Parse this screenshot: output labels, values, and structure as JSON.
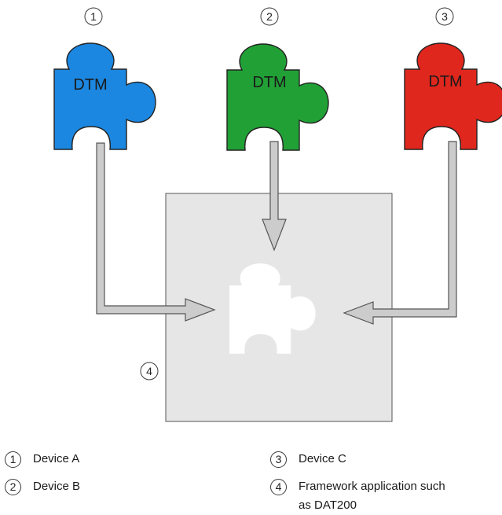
{
  "diagram": {
    "puzzle_label": "DTM",
    "callout_numbers": [
      "1",
      "2",
      "3",
      "4"
    ],
    "colors": {
      "blue": "#1b87e0",
      "green": "#21a036",
      "red": "#e0271d",
      "framework_fill": "#e6e6e6",
      "arrow_fill": "#cccccc",
      "outline": "#333333"
    }
  },
  "legend": [
    {
      "number": "1",
      "label": "Device A"
    },
    {
      "number": "2",
      "label": "Device B"
    },
    {
      "number": "3",
      "label": "Device C"
    },
    {
      "number": "4",
      "label": "Framework application such as DAT200"
    }
  ]
}
